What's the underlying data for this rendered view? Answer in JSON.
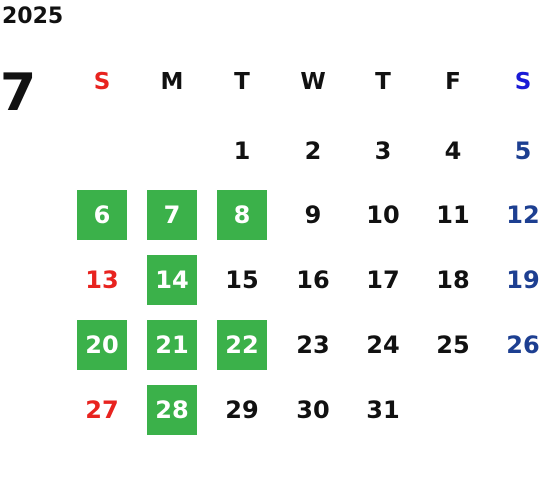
{
  "year": "2025",
  "month": "7",
  "colors": {
    "highlight": "#3bb14a",
    "sunday": "#e8231f",
    "saturday_header": "#1a1ad6",
    "saturday": "#1d3f91",
    "text": "#111111"
  },
  "weekdays": [
    "S",
    "M",
    "T",
    "W",
    "T",
    "F",
    "S"
  ],
  "weeks": [
    [
      "",
      "",
      "1",
      "2",
      "3",
      "4",
      "5"
    ],
    [
      "6",
      "7",
      "8",
      "9",
      "10",
      "11",
      "12"
    ],
    [
      "13",
      "14",
      "15",
      "16",
      "17",
      "18",
      "19"
    ],
    [
      "20",
      "21",
      "22",
      "23",
      "24",
      "25",
      "26"
    ],
    [
      "27",
      "28",
      "29",
      "30",
      "31",
      "",
      ""
    ]
  ],
  "highlighted_days": [
    "6",
    "7",
    "8",
    "14",
    "20",
    "21",
    "22",
    "28"
  ]
}
